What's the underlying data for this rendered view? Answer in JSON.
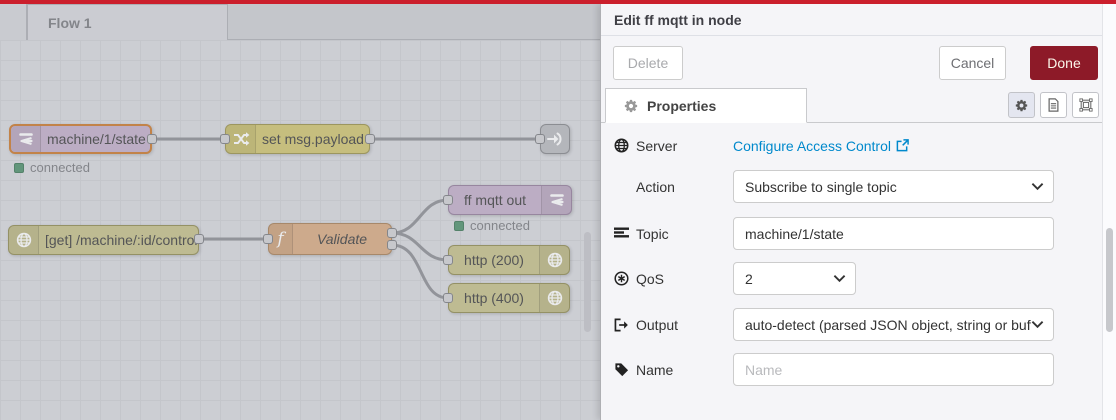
{
  "canvas": {
    "tab_label": "Flow 1",
    "nodes": {
      "mqtt_in": {
        "label": "machine/1/state",
        "status": "connected",
        "type": "mqtt-in",
        "selected": true
      },
      "change": {
        "label": "set msg.payload",
        "type": "change"
      },
      "link_out": {
        "label": "",
        "type": "link-out"
      },
      "http_in": {
        "label": "[get] /machine/:id/control",
        "type": "http-in"
      },
      "function": {
        "label": "Validate",
        "type": "function"
      },
      "mqtt_out": {
        "label": "ff mqtt out",
        "status": "connected",
        "type": "mqtt-out"
      },
      "http_200": {
        "label": "http (200)",
        "type": "http-response"
      },
      "http_400": {
        "label": "http (400)",
        "type": "http-response"
      }
    }
  },
  "panel": {
    "title": "Edit ff mqtt in node",
    "buttons": {
      "delete": "Delete",
      "cancel": "Cancel",
      "done": "Done"
    },
    "tab_label": "Properties",
    "fields": {
      "server": {
        "label": "Server",
        "link_text": "Configure Access Control"
      },
      "action": {
        "label": "Action",
        "value": "Subscribe to single topic"
      },
      "topic": {
        "label": "Topic",
        "value": "machine/1/state"
      },
      "qos": {
        "label": "QoS",
        "value": "2"
      },
      "output": {
        "label": "Output",
        "value": "auto-detect (parsed JSON object, string or buffer)"
      },
      "name": {
        "label": "Name",
        "value": "",
        "placeholder": "Name"
      }
    }
  },
  "icons": {
    "tab": "gear-icon",
    "panel_buttons": [
      "gear-icon",
      "document-icon",
      "appearance-frame-icon"
    ],
    "server": "globe-icon",
    "topic": "list-bars-icon",
    "qos": "circled-asterisk-icon",
    "output": "sign-out-icon",
    "name": "tag-icon",
    "server_link": "external-link-icon"
  },
  "colors": {
    "top_bar": "#cb1f2c",
    "done_button": "#8d1a28",
    "link": "#0089cc",
    "status_ok": "#5e9a78",
    "node_mqtt": "#c9b6ce",
    "node_change": "#d4ca7b",
    "node_http": "#cbc693",
    "node_function": "#ddb28c",
    "node_link": "#bfc0c4",
    "selected_border": "#d0833c"
  }
}
